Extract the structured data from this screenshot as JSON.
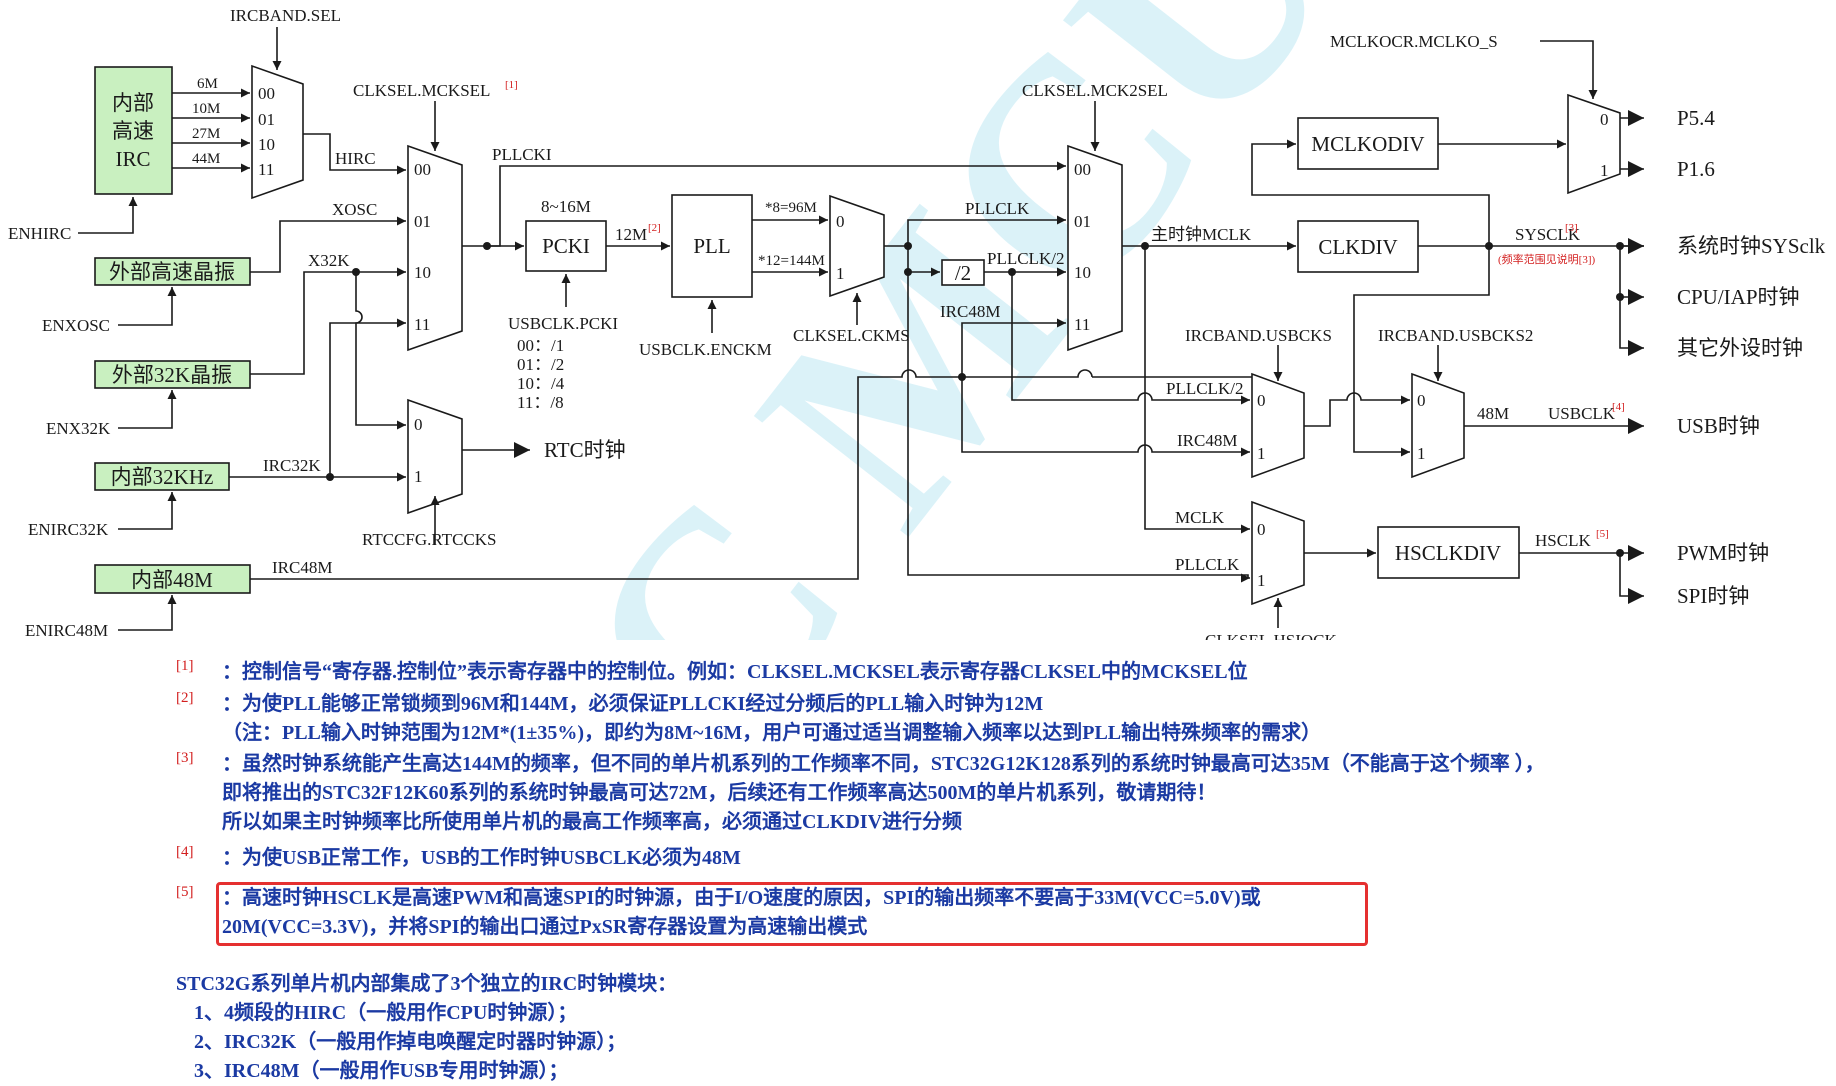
{
  "sources": {
    "hirc": "内部\n高速\nIRC",
    "xosc": "外部高速晶振",
    "x32k": "外部32K晶振",
    "irc32k": "内部32KHz",
    "irc48m": "内部48M"
  },
  "enables": {
    "hirc": "ENHIRC",
    "xosc": "ENXOSC",
    "x32k": "ENX32K",
    "irc32k": "ENIRC32K",
    "irc48m": "ENIRC48M"
  },
  "irc_band": {
    "select": "IRCBAND.SEL",
    "freqs": [
      "6M",
      "10M",
      "27M",
      "44M"
    ],
    "codes": [
      "00",
      "01",
      "10",
      "11"
    ]
  },
  "signals": {
    "hirc": "HIRC",
    "xosc": "XOSC",
    "x32k": "X32K",
    "irc32k": "IRC32K",
    "irc48m": "IRC48M",
    "pllcki": "PLLCKI",
    "pllclk": "PLLCLK",
    "pllclk_half": "PLLCLK/2",
    "irc48m_2": "IRC48M",
    "mclk_main": "主时钟MCLK",
    "sysclk": "SYSCLK",
    "sysclk_note": "(频率范围见说明[3])",
    "m12": "12M",
    "m48": "48M",
    "usbclk": "USBCLK",
    "hsclk": "HSCLK",
    "mclk": "MCLK",
    "pllclk2": "PLLCLK",
    "pllclk_half2": "PLLCLK/2",
    "irc48m_3": "IRC48M"
  },
  "selectors": {
    "mcksel": "CLKSEL.MCKSEL",
    "mck2sel": "CLKSEL.MCK2SEL",
    "ckms": "CLKSEL.CKMS",
    "rtccks": "RTCCFG.RTCCKS",
    "usbcks": "IRCBAND.USBCKS",
    "usbcks2": "IRCBAND.USBCKS2",
    "hsiock": "CLKSEL.HSIOCK",
    "mclko_s": "MCLKOCR.MCLKO_S",
    "usbclk_pcki": "USBCLK.PCKI",
    "usbclk_enckm": "USBCLK.ENCKM"
  },
  "pcki": {
    "range": "8~16M",
    "div_table": [
      "00：/1",
      "01：/2",
      "10：/4",
      "11：/8"
    ]
  },
  "pll": {
    "out_96": "*8=96M",
    "out_144": "*12=144M"
  },
  "mux_codes": {
    "four": [
      "00",
      "01",
      "10",
      "11"
    ],
    "two": [
      "0",
      "1"
    ]
  },
  "blocks": {
    "pcki": "PCKI",
    "pll": "PLL",
    "div2": "/2",
    "mclkodiv": "MCLKODIV",
    "clkdiv": "CLKDIV",
    "hsclkdiv": "HSCLKDIV"
  },
  "outputs": {
    "rtc": "RTC时钟",
    "p54": "P5.4",
    "p16": "P1.6",
    "sys": "系统时钟SYSclk",
    "cpu": "CPU/IAP时钟",
    "periph": "其它外设时钟",
    "usb": "USB时钟",
    "pwm": "PWM时钟",
    "spi": "SPI时钟"
  },
  "superscripts": {
    "s1": "[1]",
    "s2": "[2]",
    "s3": "[3]",
    "s4": "[4]",
    "s5": "[5]"
  },
  "watermark": "STC MCU",
  "footnotes": [
    {
      "mark": "[1]",
      "lines": [
        "：控制信号“寄存器.控制位”表示寄存器中的控制位。例如：CLKSEL.MCKSEL表示寄存器CLKSEL中的MCKSEL位"
      ]
    },
    {
      "mark": "[2]",
      "lines": [
        "：为使PLL能够正常锁频到96M和144M，必须保证PLLCKI经过分频后的PLL输入时钟为12M",
        "（注：PLL输入时钟范围为12M*(1±35%)，即约为8M~16M，用户可通过适当调整输入频率以达到PLL输出特殊频率的需求）"
      ]
    },
    {
      "mark": "[3]",
      "lines": [
        "：虽然时钟系统能产生高达144M的频率，但不同的单片机系列的工作频率不同，STC32G12K128系列的系统时钟最高可达35M（不能高于这个频率 ），",
        "即将推出的STC32F12K60系列的系统时钟最高可达72M，后续还有工作频率高达500M的单片机系列，敬请期待！",
        "所以如果主时钟频率比所使用单片机的最高工作频率高，必须通过CLKDIV进行分频"
      ]
    },
    {
      "mark": "[4]",
      "lines": [
        "：为使USB正常工作，USB的工作时钟USBCLK必须为48M"
      ]
    },
    {
      "mark": "[5]",
      "lines": [
        "：高速时钟HSCLK是高速PWM和高速SPI的时钟源，由于I/O速度的原因，SPI的输出频率不要高于33M(VCC=5.0V)或",
        "20M(VCC=3.3V)，并将SPI的输出口通过PxSR寄存器设置为高速输出模式"
      ]
    }
  ],
  "irc_summary": {
    "title": "STC32G系列单片机内部集成了3个独立的IRC时钟模块：",
    "items": [
      "1、4频段的HIRC（一般用作CPU时钟源）；",
      "2、IRC32K（一般用作掉电唤醒定时器时钟源）；",
      "3、IRC48M（一般用作USB专用时钟源）；"
    ]
  },
  "colors": {
    "source_fill": "#c9f0c0",
    "note_text": "#1b3aa3",
    "highlight_border": "#e53030",
    "superscript": "#d31f1f",
    "watermark": "#bfe9f4"
  }
}
